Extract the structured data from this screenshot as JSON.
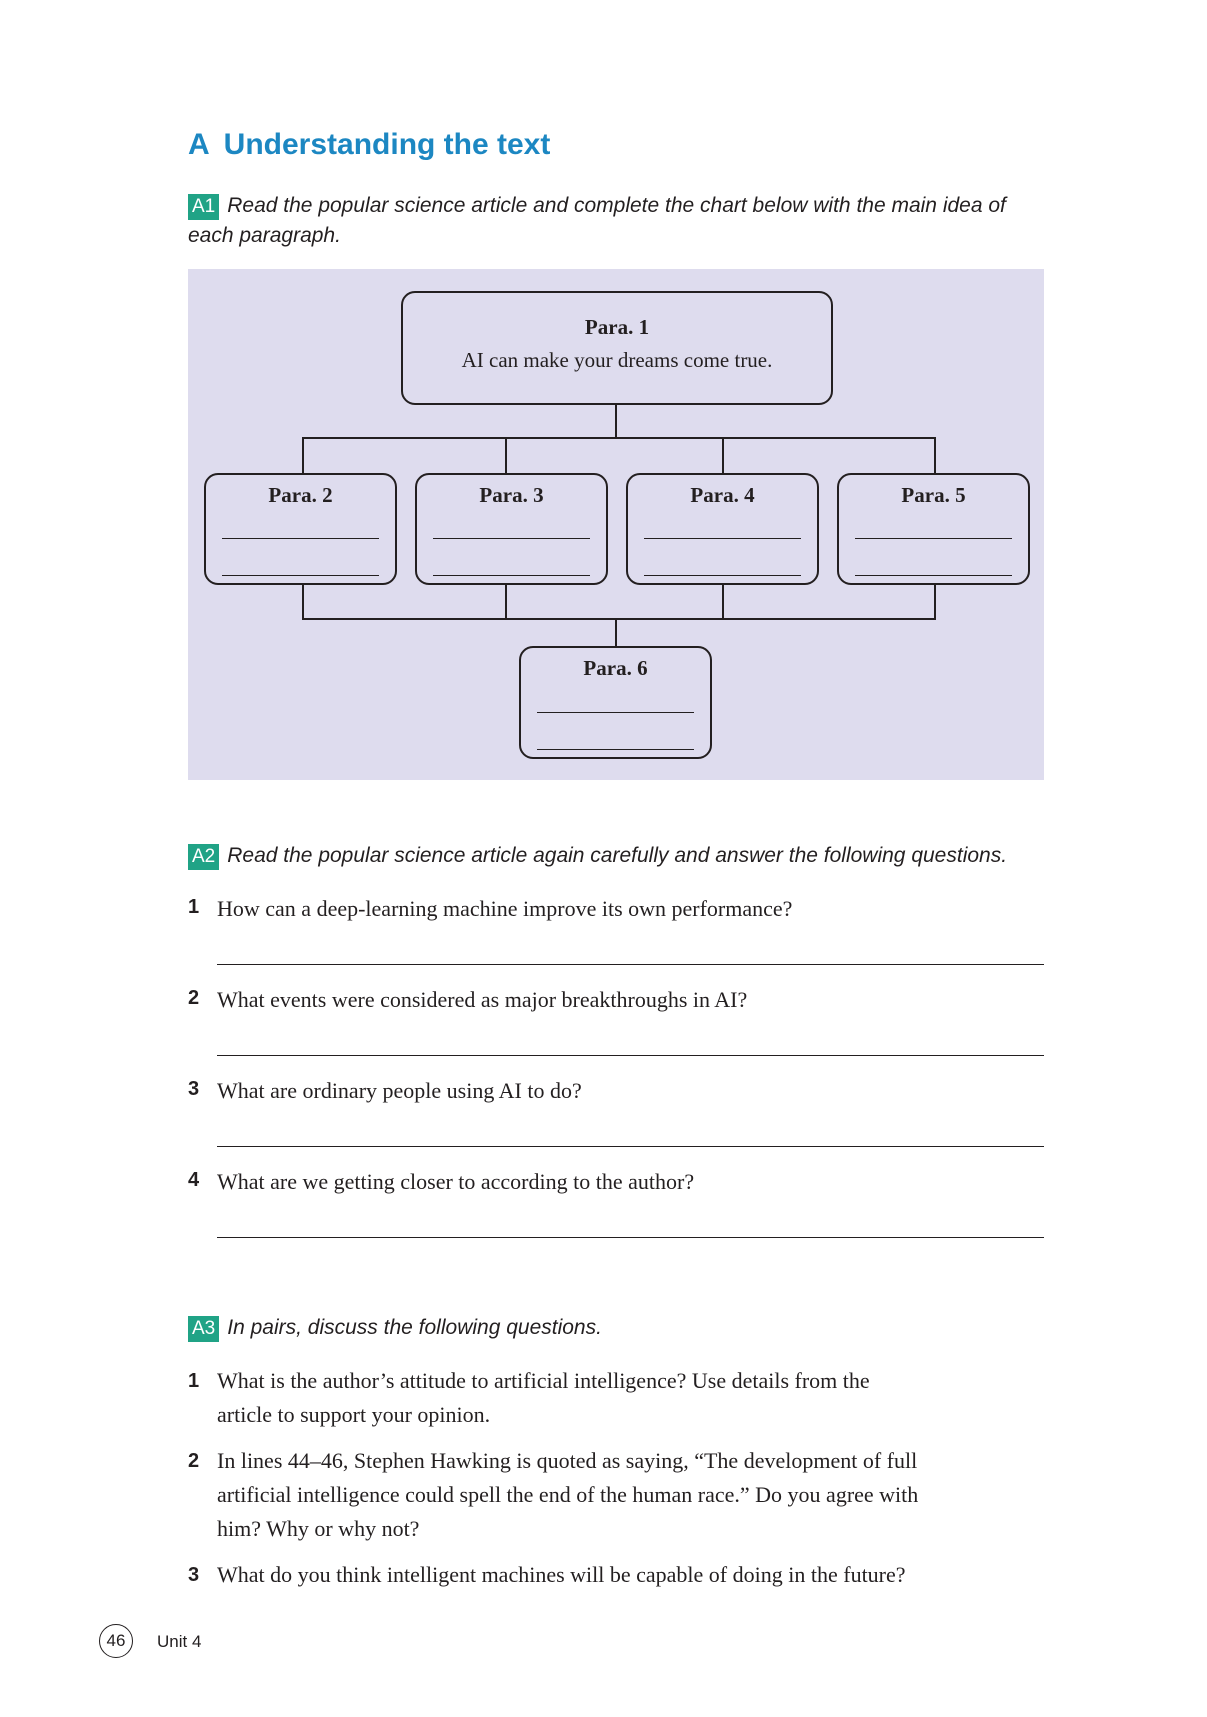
{
  "section": {
    "letter": "A",
    "title": "Understanding the text"
  },
  "a1": {
    "badge": "A1",
    "instruction_line1": "Read the popular science article and complete the chart below with the main idea of",
    "instruction_line2": "each paragraph."
  },
  "chart": {
    "para1": {
      "label": "Para. 1",
      "text": "AI can make your dreams come true."
    },
    "para2": {
      "label": "Para. 2"
    },
    "para3": {
      "label": "Para. 3"
    },
    "para4": {
      "label": "Para. 4"
    },
    "para5": {
      "label": "Para. 5"
    },
    "para6": {
      "label": "Para. 6"
    }
  },
  "a2": {
    "badge": "A2",
    "instruction": "Read the popular science article again carefully and answer the following questions.",
    "questions": [
      {
        "num": "1",
        "text": "How can a deep-learning machine improve its own performance?"
      },
      {
        "num": "2",
        "text": "What events were considered as major breakthroughs in AI?"
      },
      {
        "num": "3",
        "text": "What are ordinary people using AI to do?"
      },
      {
        "num": "4",
        "text": "What are we getting closer to according to the author?"
      }
    ]
  },
  "a3": {
    "badge": "A3",
    "instruction": "In pairs, discuss the following questions.",
    "questions": [
      {
        "num": "1",
        "line1": "What is the author’s attitude to artificial intelligence? Use details from the",
        "line2": "article to support your opinion."
      },
      {
        "num": "2",
        "line1": "In lines 44–46, Stephen Hawking is quoted as saying, “The development of full",
        "line2": "artificial intelligence could spell the end of the human race.” Do you agree with",
        "line3": "him? Why or why not?"
      },
      {
        "num": "3",
        "line1": "What do you think intelligent machines will be capable of doing in the future?"
      }
    ]
  },
  "footer": {
    "page_number": "46",
    "unit": "Unit 4"
  }
}
